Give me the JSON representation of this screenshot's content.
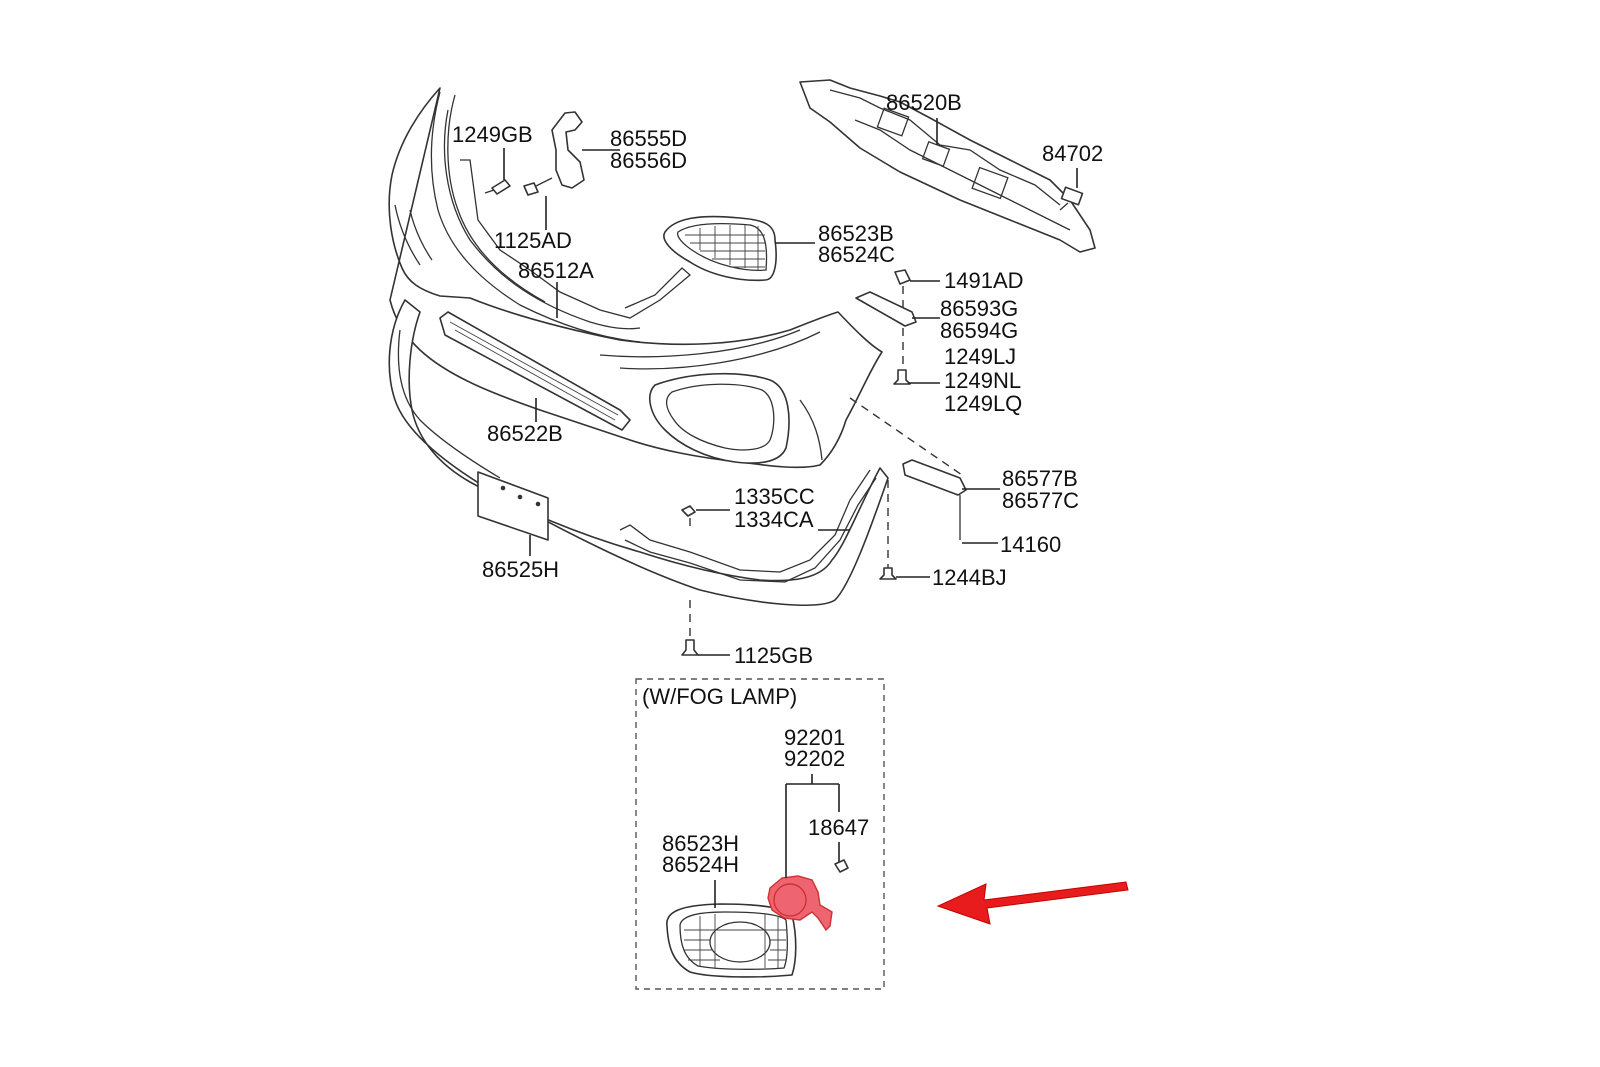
{
  "title": "Front Bumper Parts Diagram",
  "accent_color": "#e81c1c",
  "highlight_color": "#ee6470",
  "section_label": "(W/FOG LAMP)",
  "labels": {
    "p1249GB": "1249GB",
    "p86555D": "86555D",
    "p86556D": "86556D",
    "p1125AD": "1125AD",
    "p86512A": "86512A",
    "p86520B": "86520B",
    "p84702": "84702",
    "p86523B": "86523B",
    "p86524C": "86524C",
    "p1491AD": "1491AD",
    "p86593G": "86593G",
    "p86594G": "86594G",
    "p1249LJ": "1249LJ",
    "p1249NL": "1249NL",
    "p1249LQ": "1249LQ",
    "p86522B": "86522B",
    "p86577B": "86577B",
    "p86577C": "86577C",
    "p1335CC": "1335CC",
    "p1334CA": "1334CA",
    "p14160": "14160",
    "p86525H": "86525H",
    "p1244BJ": "1244BJ",
    "p1125GB": "1125GB",
    "p92201": "92201",
    "p92202": "92202",
    "p18647": "18647",
    "p86523H": "86523H",
    "p86524H": "86524H"
  },
  "highlighted_part": "92201 / 92202 (fog lamp)"
}
